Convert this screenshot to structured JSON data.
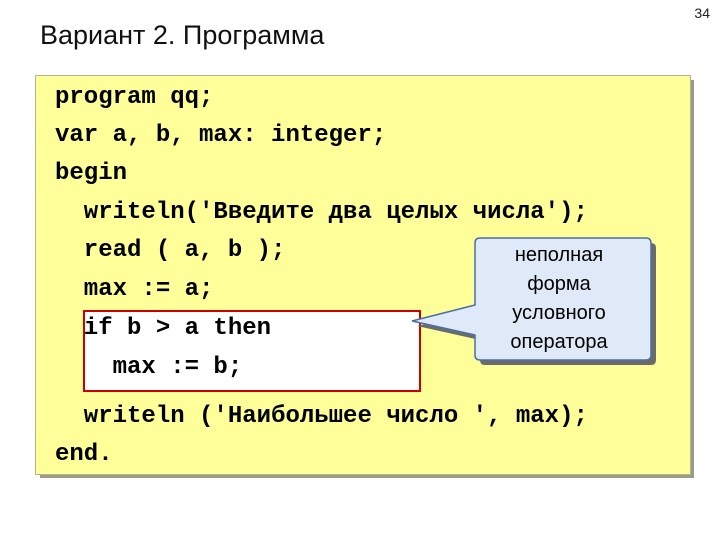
{
  "page_number": "34",
  "title": "Вариант 2. Программа",
  "code_lines": [
    "program qq;",
    "var a, b, max: integer;",
    "begin",
    "  writeln('Введите два целых числа');",
    "  read ( a, b );",
    "  max := a;",
    "  if b > a then",
    "    max := b;",
    "  writeln ('Наибольшее число ', max);",
    "end."
  ],
  "callout": {
    "lines": [
      "неполная",
      "форма",
      "условного",
      "оператора"
    ]
  },
  "colors": {
    "code_background": "#ffff99",
    "highlight_frame": "#cc0000",
    "callout_fill": "#dfe9f7",
    "callout_border": "#4a6fa5"
  }
}
